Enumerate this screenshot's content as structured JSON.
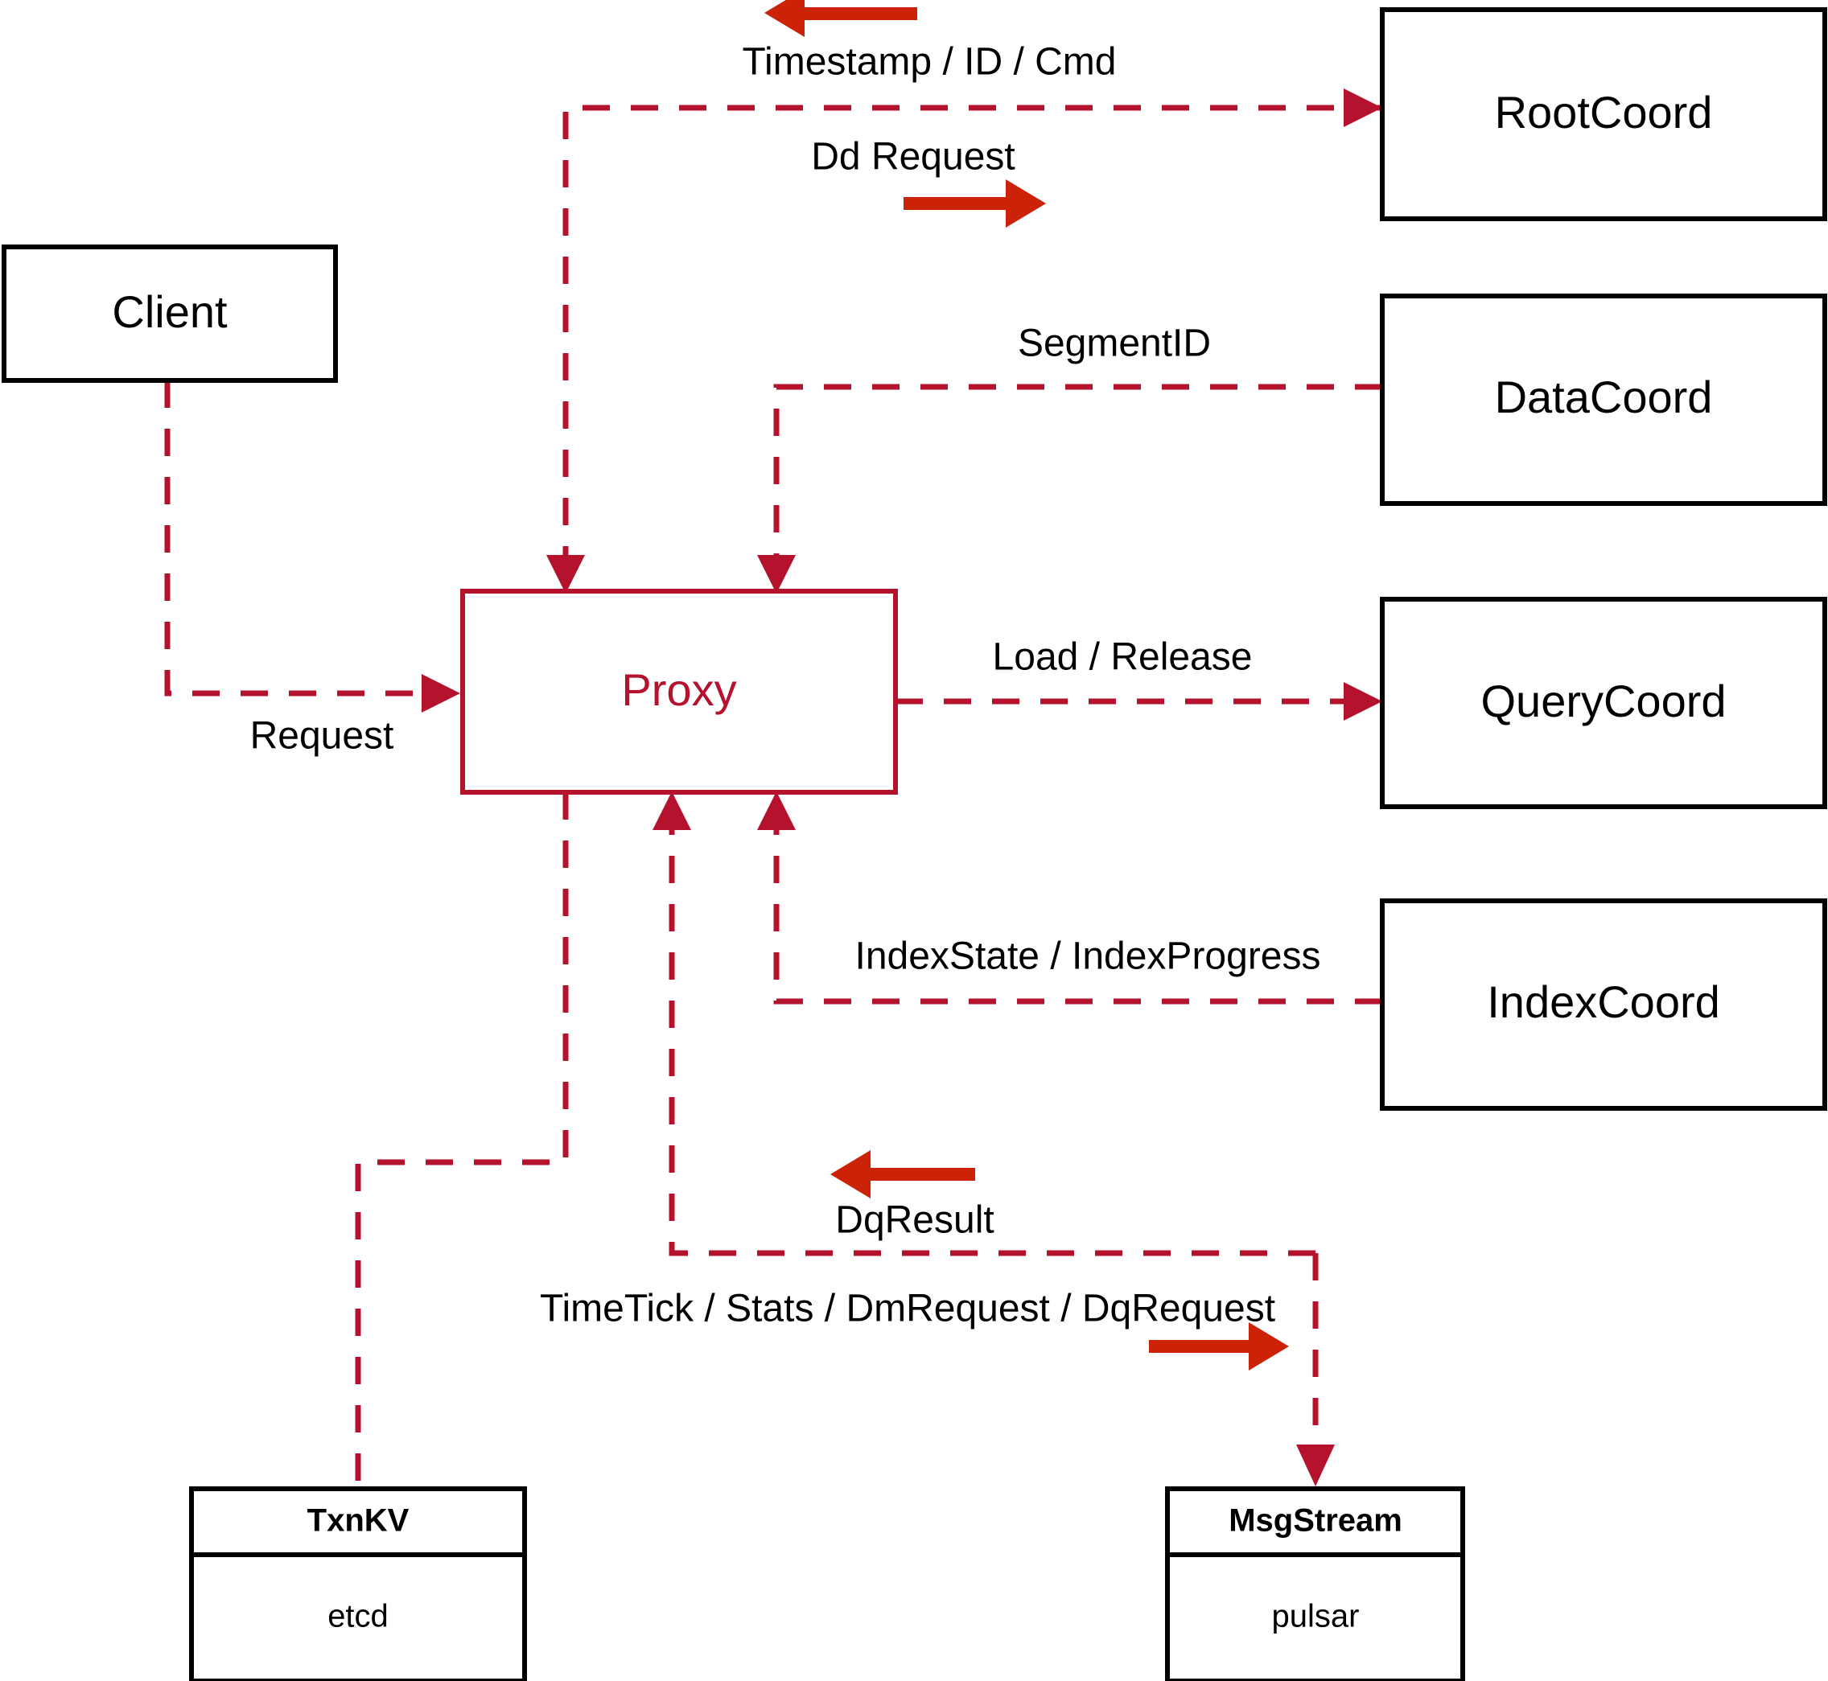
{
  "diagram": {
    "title": "Milvus Proxy interaction diagram",
    "colors": {
      "node_stroke": "#000000",
      "proxy_stroke": "#B5122E",
      "proxy_text": "#B5122E",
      "dashed_edge": "#B5122E",
      "solid_arrow": "#CC2208",
      "background": "#FFFFFF"
    },
    "nodes": [
      {
        "id": "client",
        "label": "Client"
      },
      {
        "id": "proxy",
        "label": "Proxy"
      },
      {
        "id": "rootcoord",
        "label": "RootCoord"
      },
      {
        "id": "datacoord",
        "label": "DataCoord"
      },
      {
        "id": "querycoord",
        "label": "QueryCoord"
      },
      {
        "id": "indexcoord",
        "label": "IndexCoord"
      }
    ],
    "compartment_nodes": [
      {
        "id": "txnkv",
        "title": "TxnKV",
        "body": "etcd"
      },
      {
        "id": "msgstream",
        "title": "MsgStream",
        "body": "pulsar"
      }
    ],
    "edges": [
      {
        "id": "client-proxy",
        "label": "Request",
        "from": "client",
        "to": "proxy",
        "style": "dashed"
      },
      {
        "id": "proxy-rootcoord",
        "label": "Timestamp / ID / Cmd",
        "from": "rootcoord",
        "to": "proxy",
        "style": "dashed"
      },
      {
        "id": "rootcoord-dd",
        "label": "Dd Request",
        "from": "proxy",
        "to": "rootcoord",
        "style": "dashed"
      },
      {
        "id": "datacoord-proxy",
        "label": "SegmentID",
        "from": "datacoord",
        "to": "proxy",
        "style": "dashed"
      },
      {
        "id": "proxy-querycoord",
        "label": "Load / Release",
        "from": "proxy",
        "to": "querycoord",
        "style": "dashed"
      },
      {
        "id": "indexcoord-proxy",
        "label": "IndexState / IndexProgress",
        "from": "indexcoord",
        "to": "proxy",
        "style": "dashed"
      },
      {
        "id": "msgstream-dqresult",
        "label": "DqResult",
        "from": "msgstream",
        "to": "proxy",
        "style": "dashed"
      },
      {
        "id": "proxy-msgstream",
        "label": "TimeTick / Stats / DmRequest / DqRequest",
        "from": "proxy",
        "to": "msgstream",
        "style": "dashed"
      },
      {
        "id": "proxy-txnkv",
        "label": "",
        "from": "proxy",
        "to": "txnkv",
        "style": "dashed"
      }
    ]
  }
}
